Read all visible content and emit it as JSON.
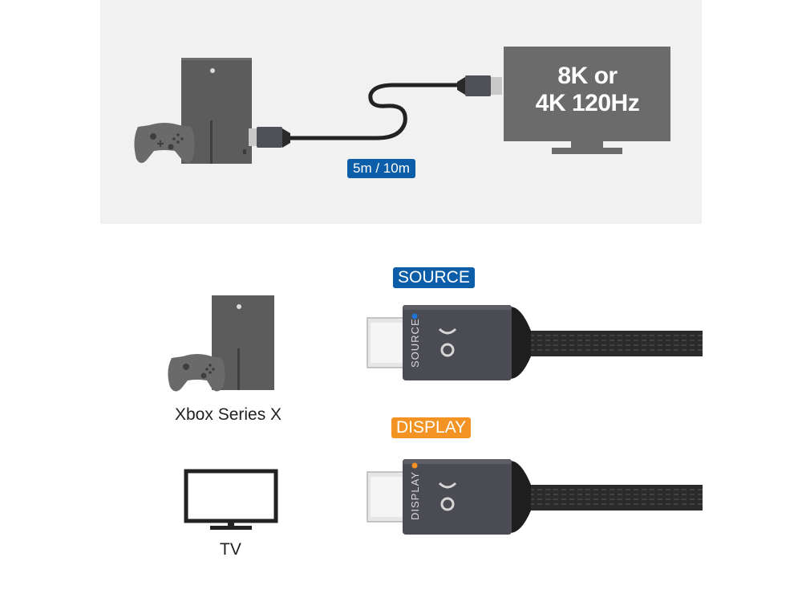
{
  "top_panel": {
    "tv_line1": "8K or",
    "tv_line2": "4K 120Hz",
    "cable_length_label": "5m / 10m"
  },
  "bottom_panel": {
    "source_badge": "SOURCE",
    "display_badge": "DISPLAY",
    "source_plug_text": "SOURCE",
    "display_plug_text": "DISPLAY",
    "xbox_caption": "Xbox Series X",
    "tv_caption": "TV"
  },
  "colors": {
    "source_blue": "#0d5ea8",
    "display_orange": "#f39324",
    "tv_gray": "#6b6b6b",
    "console_gray": "#5a5a5a"
  }
}
